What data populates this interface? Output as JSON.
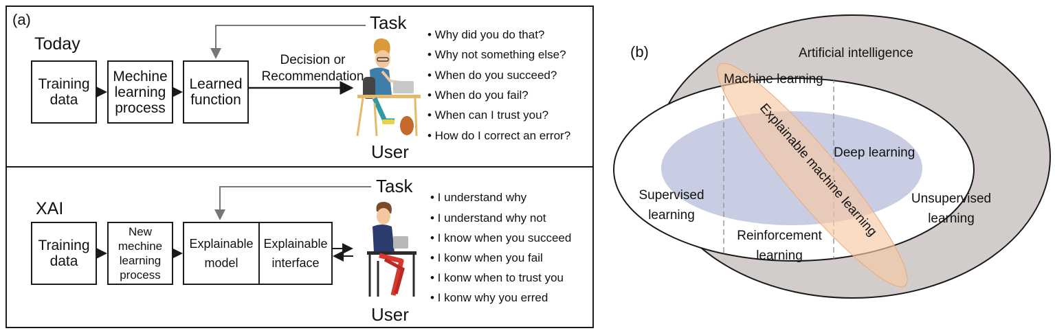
{
  "panel_a": {
    "label": "(a)",
    "today": {
      "title": "Today",
      "boxes": [
        "Training\ndata",
        "Mechine\nlearning\nprocess",
        "Learned\nfunction"
      ],
      "decision_label": "Decision or\nRecommendation",
      "task": "Task",
      "user": "User",
      "questions": [
        "• Why did you do that?",
        "• Why not something else?",
        "• When do you succeed?",
        "• When do you fail?",
        "• When can I trust you?",
        "• How do I correct an error?"
      ]
    },
    "xai": {
      "title": "XAI",
      "boxes": [
        "Training\ndata",
        "New\nmechine\nlearning\nprocess",
        "Explainable\nmodel",
        "Explainable\ninterface"
      ],
      "task": "Task",
      "user": "User",
      "answers": [
        "• I understand why",
        "• I understand why not",
        "• I know when you succeed",
        "• I konw when you fail",
        "• I konw when to trust you",
        "• I konw why you erred"
      ]
    }
  },
  "panel_b": {
    "label": "(b)",
    "regions": {
      "ai": "Artificial intelligence",
      "ml": "Machine learning",
      "dl": "Deep learning",
      "xml": "Explainable machine learning",
      "supervised": "Supervised\nlearning",
      "unsupervised": "Unsupervised\nlearning",
      "reinforcement": "Reinforcement\nlearning"
    },
    "colors": {
      "ai_fill": "#d2cdca",
      "ml_fill": "#ffffff",
      "dl_fill": "#c9cde3",
      "xml_fill": "#f7c8a3",
      "dash": "#999999"
    }
  }
}
